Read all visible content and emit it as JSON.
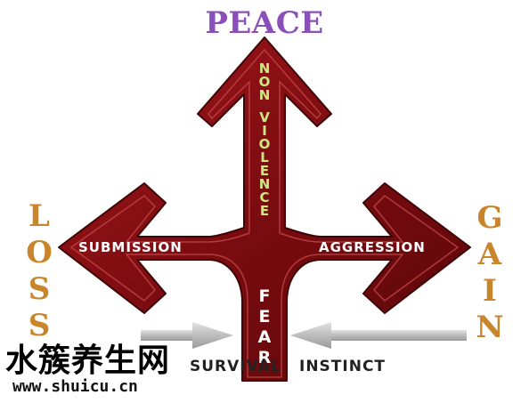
{
  "title": "PEACE",
  "vertical_up_label": "NONVIOLENCE",
  "vertical_down_label": "FEAR",
  "left_label": "SUBMISSION",
  "right_label": "AGGRESSION",
  "left_outcome": "LOSS",
  "right_outcome": "GAIN",
  "bottom_left_label": "SURVIVAL",
  "bottom_right_label": "INSTINCT",
  "watermark": {
    "text": "水簇养生网",
    "url": "www.shuicu.cn"
  },
  "colors": {
    "arrow": "#7a0c10",
    "arrow_edge": "#b23a3c",
    "peace": "#8a4fb8",
    "nonviolence": "#cde882",
    "outcome": "#c9852b",
    "grey_arrow": "#b9b9b9"
  }
}
